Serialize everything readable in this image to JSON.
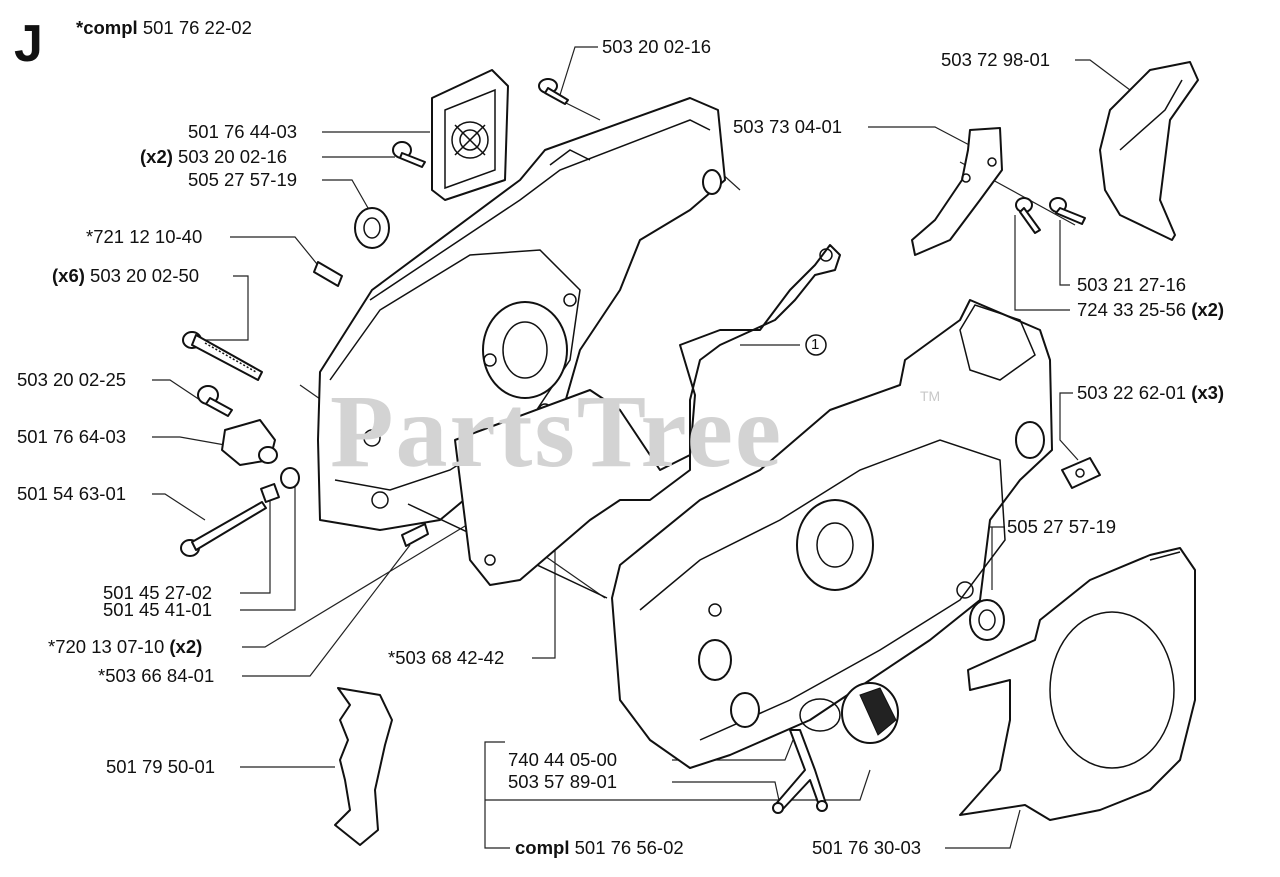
{
  "header": {
    "section_letter": "J",
    "compl_prefix": "*compl",
    "compl_number": "501 76 22-02"
  },
  "watermark": {
    "text": "PartsTree",
    "tm": "TM"
  },
  "callout_number": "1",
  "labels": {
    "p503_20_02_16_top": "503 20 02-16",
    "p503_72_98_01": "503 72 98-01",
    "p501_76_44_03": "501 76 44-03",
    "p503_20_02_16_x2": {
      "qty": "(x2)",
      "num": "503 20 02-16"
    },
    "p505_27_57_19_left": "505 27 57-19",
    "p503_73_04_01": "503 73 04-01",
    "p721_12_10_40": "*721 12 10-40",
    "p503_20_02_50": {
      "qty": "(x6)",
      "num": "503 20 02-50"
    },
    "p503_21_27_16": "503 21 27-16",
    "p724_33_25_56": {
      "num": "724 33 25-56",
      "qty": "(x2)"
    },
    "p503_20_02_25": "503 20 02-25",
    "p503_22_62_01": {
      "num": "503 22 62-01",
      "qty": "(x3)"
    },
    "p501_76_64_03": "501 76 64-03",
    "p501_54_63_01": "501 54 63-01",
    "p505_27_57_19_right": "505 27 57-19",
    "p501_45_27_02": "501 45 27-02",
    "p501_45_41_01": "501 45 41-01",
    "p720_13_07_10": {
      "num": "*720 13 07-10",
      "qty": "(x2)"
    },
    "p503_66_84_01": "*503 66 84-01",
    "p503_68_42_42": "*503 68 42-42",
    "p501_79_50_01": "501 79 50-01",
    "p740_44_05_00": "740 44 05-00",
    "p503_57_89_01": "503 57 89-01",
    "p501_76_56_02": {
      "prefix": "compl",
      "num": "501 76 56-02"
    },
    "p501_76_30_03": "501 76 30-03"
  }
}
